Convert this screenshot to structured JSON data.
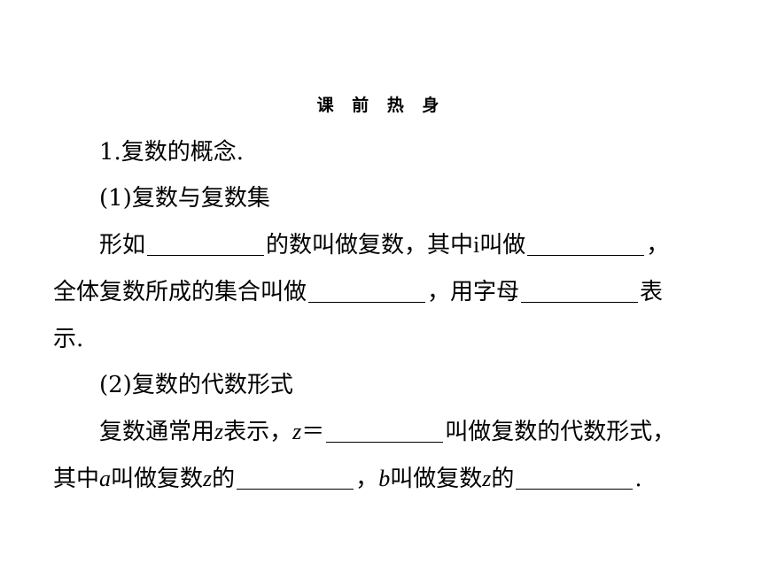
{
  "heading": "课 前 热 身",
  "s1": {
    "title": "1.复数的概念."
  },
  "s1_1": {
    "title": "(1)复数与复数集",
    "p1": {
      "a": "形如",
      "b": "的数叫做复数，其中",
      "c": "i",
      "d": "叫做",
      "e": "，"
    },
    "p2": {
      "a": "全体复数所成的集合叫做",
      "b": "，用字母",
      "c": "表"
    },
    "p3": {
      "a": "示."
    }
  },
  "s1_2": {
    "title": "(2)复数的代数形式",
    "p1": {
      "a": "复数通常用",
      "var_z1": "z",
      "b": "表示，",
      "var_z2": "z",
      "c": "＝",
      "d": "叫做复数的代数形式，"
    },
    "p2": {
      "a": "其中",
      "var_a": "a",
      "b": "叫做复数",
      "var_z3": "z",
      "c": "的",
      "d": "，",
      "var_b": "b",
      "e": "叫做复数",
      "var_z4": "z",
      "f": "的",
      "g": "."
    }
  }
}
